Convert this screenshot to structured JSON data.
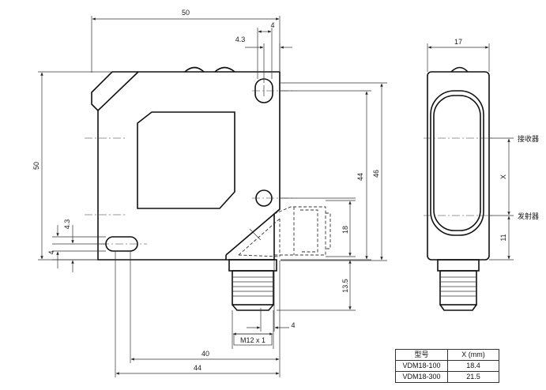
{
  "front_view": {
    "dims": {
      "width_top": "50",
      "slot_width": "4",
      "slot_offset_top": "4.3",
      "height_left": "50",
      "slot_offset_left": "4.3",
      "slot_height_left": "4",
      "height_44": "44",
      "height_46": "46",
      "connector_18": "18",
      "connector_13_5": "13.5",
      "connector_4": "4",
      "thread": "M12 x 1",
      "width_40": "40",
      "width_44": "44"
    }
  },
  "side_view": {
    "dims": {
      "width_top": "17",
      "x_label": "X",
      "bottom_11": "11"
    },
    "labels": {
      "receiver": "接收器",
      "emitter": "发射器"
    }
  },
  "spec_table": {
    "header": [
      "型号",
      "X (mm)"
    ],
    "rows": [
      [
        "VDM18-100",
        "18.4"
      ],
      [
        "VDM18-300",
        "21.5"
      ]
    ]
  }
}
